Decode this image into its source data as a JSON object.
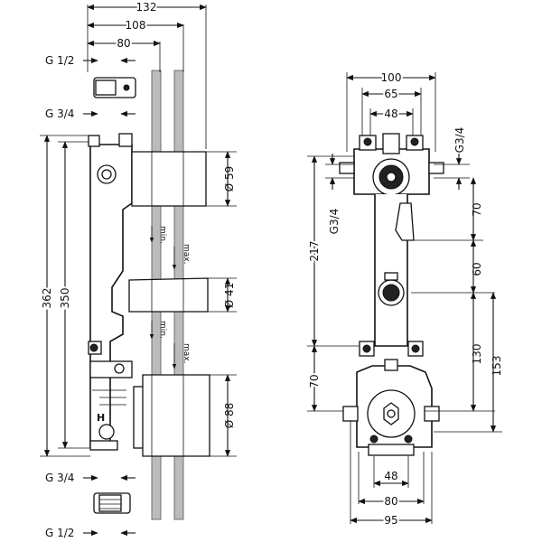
{
  "dims": {
    "d132": "132",
    "d108": "108",
    "d80_top": "80",
    "g12_top": "G 1/2",
    "g34_top": "G 3/4",
    "d362": "362",
    "d350": "350",
    "d59": "Ø 59",
    "d41": "Ø 41",
    "d88": "Ø 88",
    "min1": "min.",
    "max1": "max.",
    "min2": "min.",
    "max2": "max.",
    "g34_bot": "G 3/4",
    "g12_bot": "G 1/2",
    "d100": "100",
    "d65": "65",
    "d48_top": "48",
    "g34_r1": "G3/4",
    "g34_r2": "G3/4",
    "d217": "217",
    "d70_r": "70",
    "d60": "60",
    "d130": "130",
    "d153": "153",
    "d70_l": "70",
    "d48_bot": "48",
    "d80_bot": "80",
    "d95": "95"
  },
  "colors": {
    "line": "#111111",
    "wall": "#bbbbbb"
  }
}
